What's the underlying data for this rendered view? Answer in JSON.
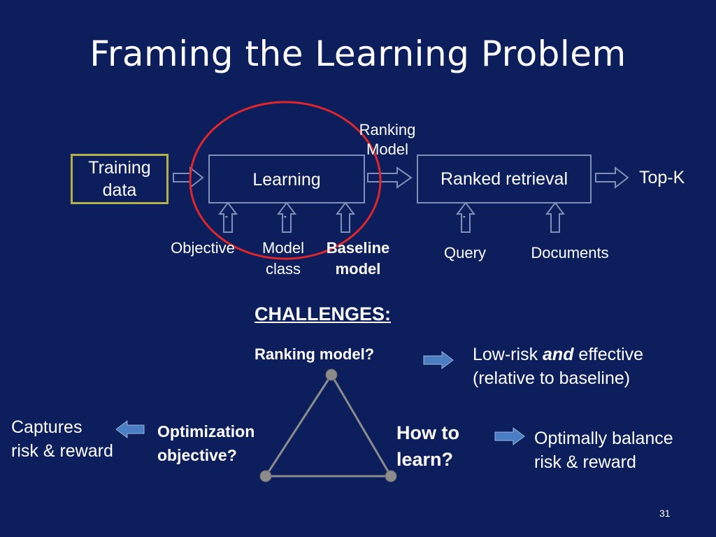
{
  "title": "Framing the Learning Problem",
  "diagram": {
    "training_data": [
      "Training",
      "data"
    ],
    "learning": "Learning",
    "ranking_model": [
      "Ranking",
      "Model"
    ],
    "ranked_retrieval": "Ranked retrieval",
    "top_k": "Top-K",
    "tick_mark": "\"",
    "inputs": {
      "objective": "Objective",
      "model_class": [
        "Model",
        "class"
      ],
      "baseline_model": [
        "Baseline",
        "model"
      ],
      "query": "Query",
      "documents": "Documents"
    }
  },
  "challenges": {
    "heading": "CHALLENGES:",
    "ranking_model_q": "Ranking model?",
    "ranking_answer_pre": "Low-risk ",
    "ranking_answer_em": "and",
    "ranking_answer_post": " effective",
    "ranking_answer_line2": "(relative to baseline)",
    "optimization_q": [
      "Optimization",
      "objective?"
    ],
    "optimization_answer": [
      "Captures",
      "risk & reward"
    ],
    "how_to_learn_q": [
      "How to",
      "learn?"
    ],
    "how_to_learn_answer": [
      "Optimally balance",
      "risk & reward"
    ]
  },
  "slide_number": "31",
  "colors": {
    "background": "#0c1f5c",
    "circle": "#e0262b",
    "arrow_fill": "#4a7ec4",
    "training_border": "#b4b04a",
    "triangle": "#8c8c8c"
  }
}
